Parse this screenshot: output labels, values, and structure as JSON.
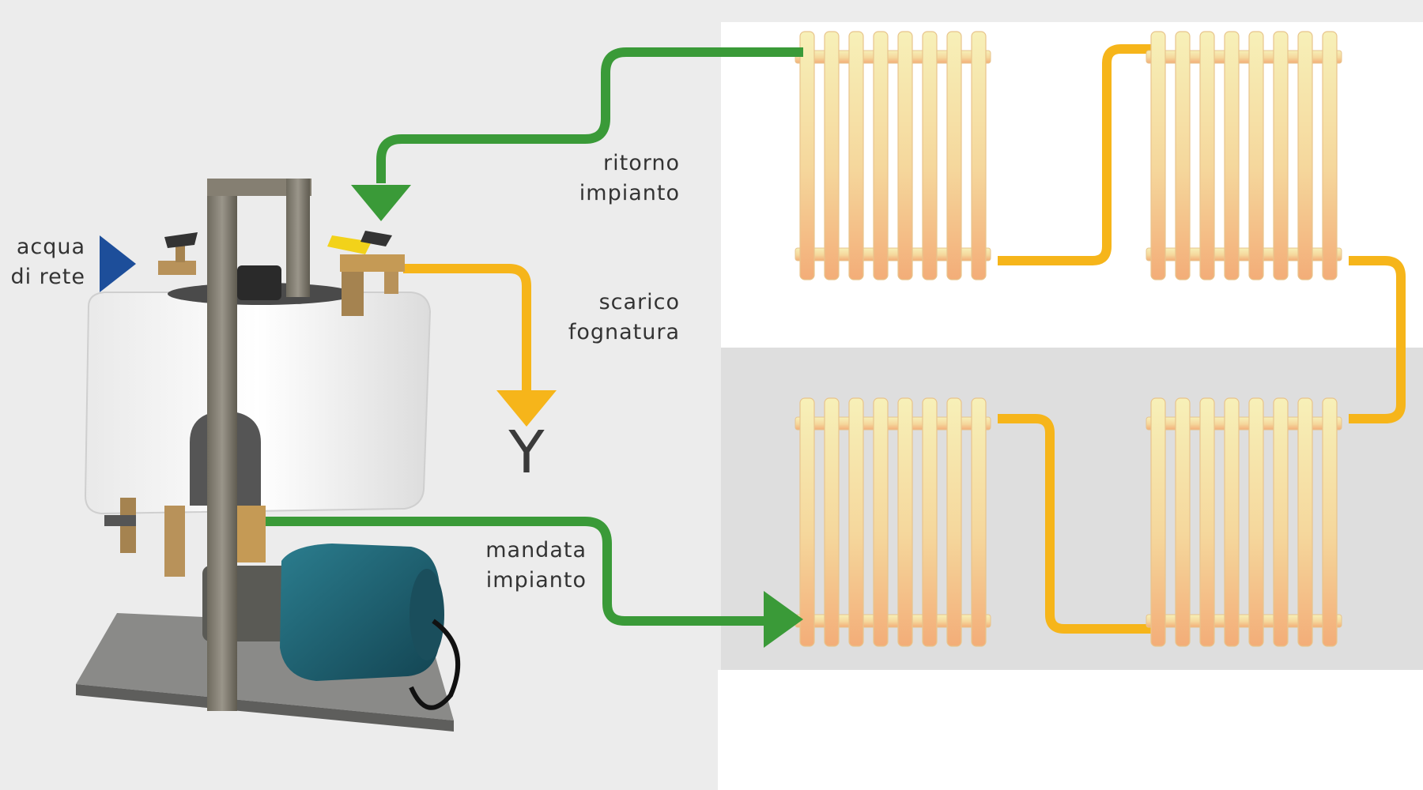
{
  "labels": {
    "acqua_di_rete": [
      "acqua",
      "di rete"
    ],
    "ritorno_impianto": [
      "ritorno",
      "impianto"
    ],
    "scarico_fognatura": [
      "scarico",
      "fognatura"
    ],
    "mandata_impianto": [
      "mandata",
      "impianto"
    ]
  },
  "drain_symbol": "Y",
  "colors": {
    "supply_return_pipe": "#3a9a38",
    "drain_pipe": "#f6b51a",
    "radiator_link_pipe": "#f6b51a",
    "inlet_arrow": "#1d4e9a",
    "radiator_top": "#f6efb4",
    "radiator_bottom": "#f3b07a"
  },
  "radiator_count": 4
}
